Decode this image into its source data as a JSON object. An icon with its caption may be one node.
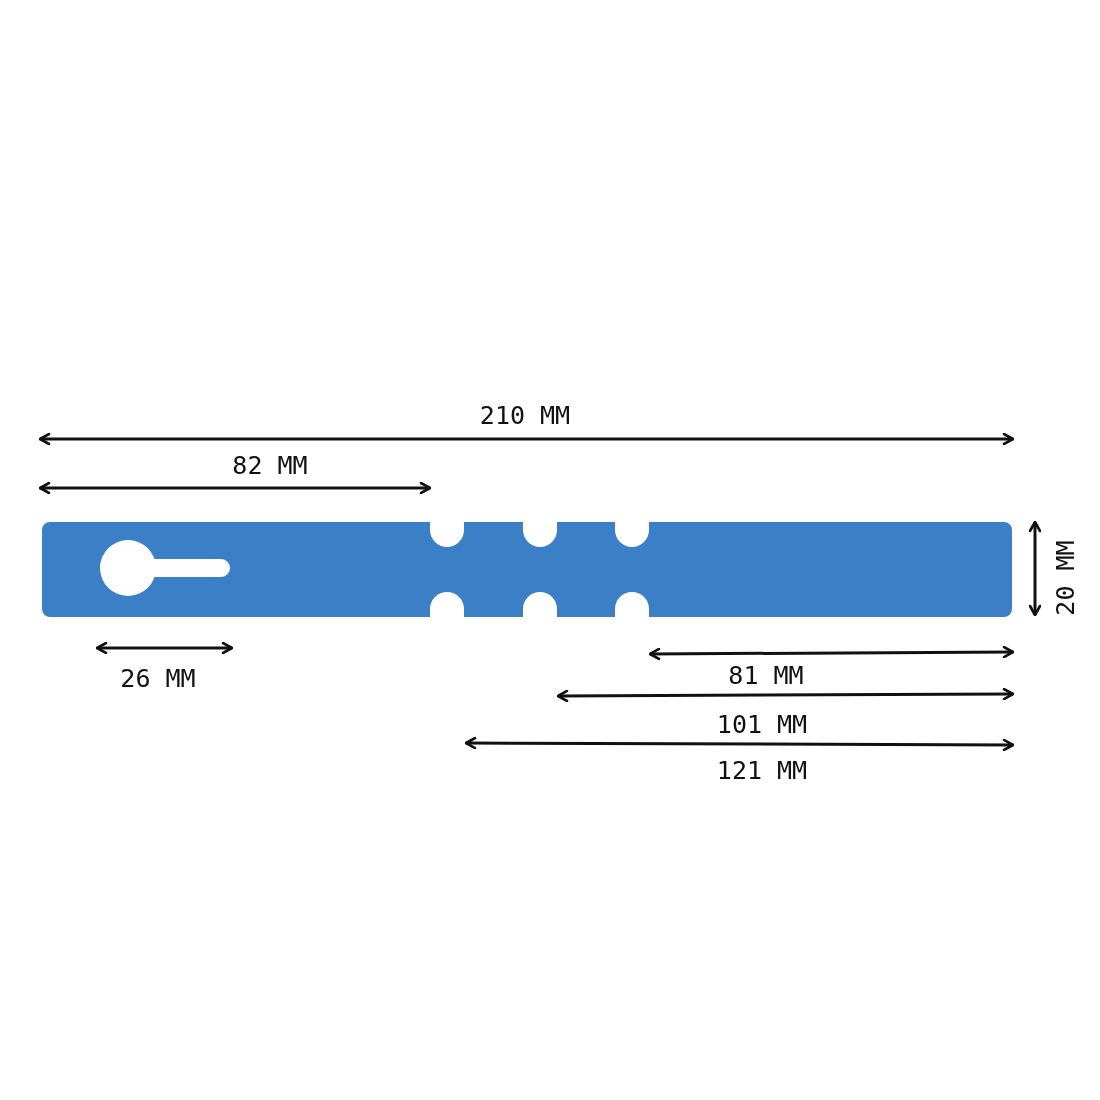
{
  "diagram": {
    "labels": [
      "210 MM",
      "82 MM",
      "20 MM",
      "26 MM",
      "81 MM",
      "101 MM",
      "121 MM"
    ]
  }
}
